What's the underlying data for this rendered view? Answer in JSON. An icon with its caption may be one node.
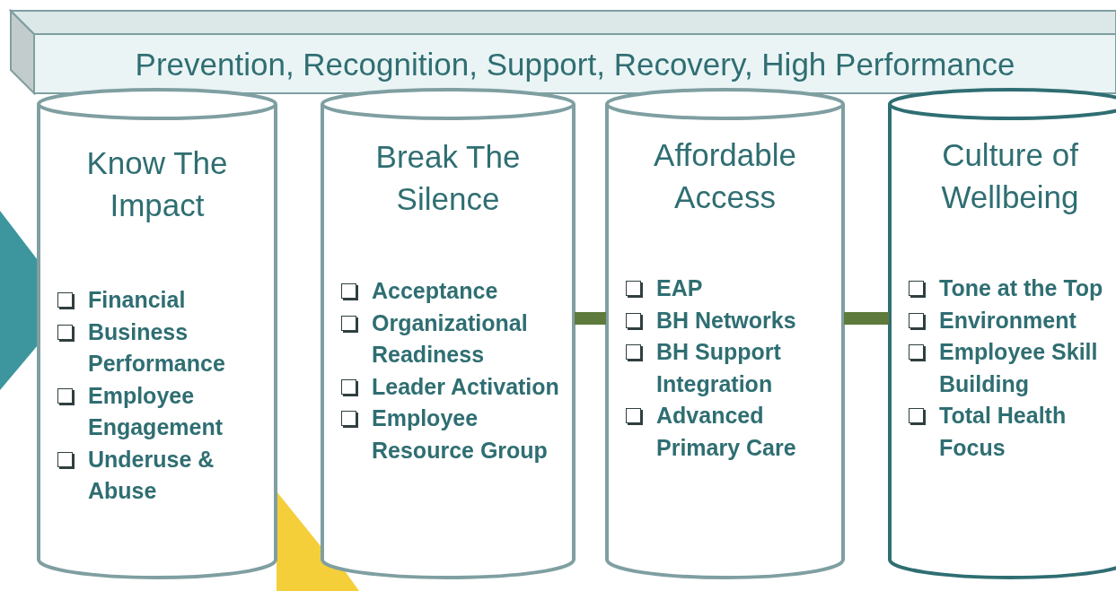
{
  "diagram": {
    "nodes": [
      {
        "text": [
          "Prevention, Recognition, Support, Recovery, High Performance"
        ]
      },
      {
        "text": [
          "Know The Impact",
          "Financial",
          "Business Performance",
          "Employee Engagement",
          "Underuse & Abuse"
        ]
      },
      {
        "text": [
          "Break The Silence",
          "Acceptance",
          "Organizational Readiness",
          "Leader Activation",
          "Employee Resource Group"
        ]
      },
      {
        "text": [
          "Affordable Access",
          "EAP",
          "BH Networks",
          "BH Support Integration",
          "Advanced Primary Care"
        ]
      },
      {
        "text": [
          "Culture of Wellbeing",
          "Tone at the Top",
          "Environment",
          "Employee Skill Building",
          "Total Health Focus"
        ]
      }
    ],
    "edges": [
      {
        "from": 2,
        "to": 3,
        "arrow": "none"
      },
      {
        "from": 3,
        "to": 4,
        "arrow": "none"
      }
    ]
  }
}
